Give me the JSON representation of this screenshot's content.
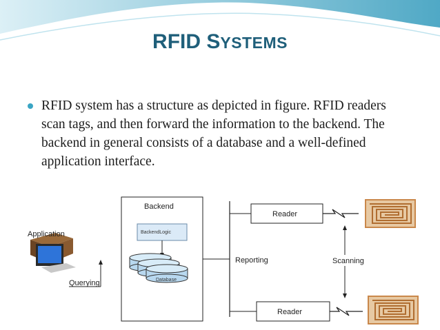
{
  "slide": {
    "title_main": "RFID S",
    "title_rest": "YSTEMS",
    "bullet": "RFID system has a structure as depicted in figure. RFID readers scan tags, and then forward the information to the backend. The backend in general consists of a database and a well-defined application interface."
  },
  "diagram": {
    "application": "Application",
    "querying": "Querying",
    "backend": "Backend",
    "backend_logic": "BackendLogic",
    "database": "Database",
    "reporting": "Reporting",
    "scanning": "Scanning",
    "reader_top": "Reader",
    "reader_bottom": "Reader"
  },
  "colors": {
    "title": "#1f5f7a",
    "accent": "#3aa5c4",
    "tag": "#c9874a"
  }
}
